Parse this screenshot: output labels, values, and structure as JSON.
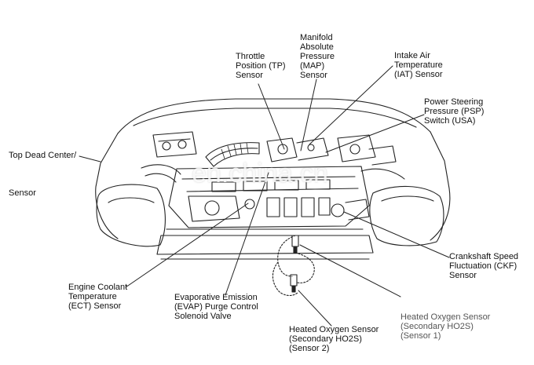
{
  "labels": {
    "throttle": [
      "Throttle",
      "Position (TP)",
      "Sensor"
    ],
    "map": [
      "Manifold",
      "Absolute",
      "Pressure",
      "(MAP)",
      "Sensor"
    ],
    "iat": [
      "Intake Air",
      "Temperature",
      "(IAT) Sensor"
    ],
    "psp": [
      "Power Steering",
      "Pressure (PSP)",
      "Switch (USA)"
    ],
    "tdc": [
      "Top Dead Center/"
    ],
    "tdc_sensor": [
      "Sensor"
    ],
    "ckf": [
      "Crankshaft Speed",
      "Fluctuation (CKF)",
      "Sensor"
    ],
    "ect": [
      "Engine Coolant",
      "Temperature",
      "(ECT) Sensor"
    ],
    "evap": [
      "Evaporative Emission",
      "(EVAP) Purge Control",
      "Solenoid Valve"
    ],
    "ho2s_2": [
      "Heated Oxygen Sensor",
      "(Secondary HO2S)",
      "(Sensor 2)"
    ],
    "ho2s_1": [
      "Heated Oxygen Sensor",
      "(Secondary HO2S)",
      "(Sensor 1)"
    ]
  },
  "watermark": "en.china.cn"
}
